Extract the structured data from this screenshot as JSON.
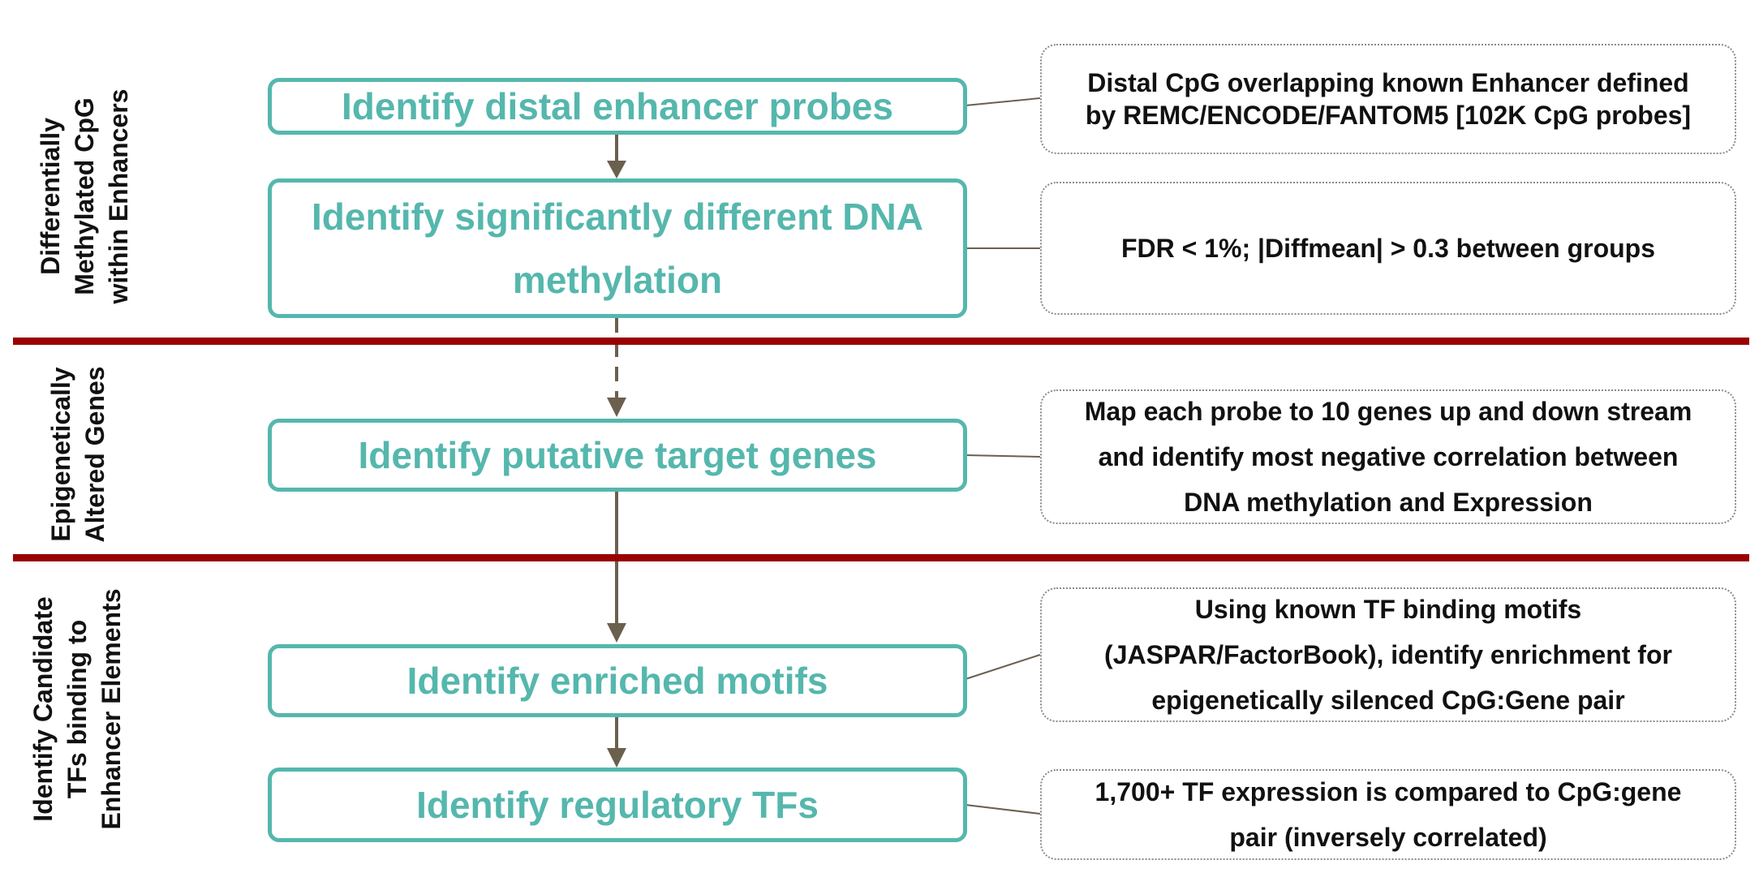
{
  "sections": [
    {
      "label": "Differentially\nMethylated CpG\nwithin Enhancers"
    },
    {
      "label": "Epigenetically\nAltered Genes"
    },
    {
      "label": "Identify Candidate\nTFs binding to\nEnhancer Elements"
    }
  ],
  "steps": [
    {
      "label": "Identify distal enhancer probes"
    },
    {
      "label": "Identify significantly different DNA methylation"
    },
    {
      "label": "Identify putative target genes"
    },
    {
      "label": "Identify enriched motifs"
    },
    {
      "label": "Identify regulatory TFs"
    }
  ],
  "notes": [
    {
      "text": "Distal CpG overlapping known Enhancer defined by REMC/ENCODE/FANTOM5 [102K CpG probes]"
    },
    {
      "text": "FDR < 1%; |Diffmean| > 0.3 between groups"
    },
    {
      "text": "Map each probe to 10 genes up and down stream and identify most negative correlation between DNA methylation and Expression"
    },
    {
      "text": "Using known TF binding motifs (JASPAR/FactorBook), identify enrichment for epigenetically silenced CpG:Gene pair"
    },
    {
      "text": "1,700+ TF expression is compared to CpG:gene pair (inversely correlated)"
    }
  ],
  "colors": {
    "step_border": "#55b7ad",
    "step_text": "#55b7ad",
    "divider": "#990000",
    "arrow": "#6b5f4e",
    "note_border": "#8a8a8a"
  }
}
